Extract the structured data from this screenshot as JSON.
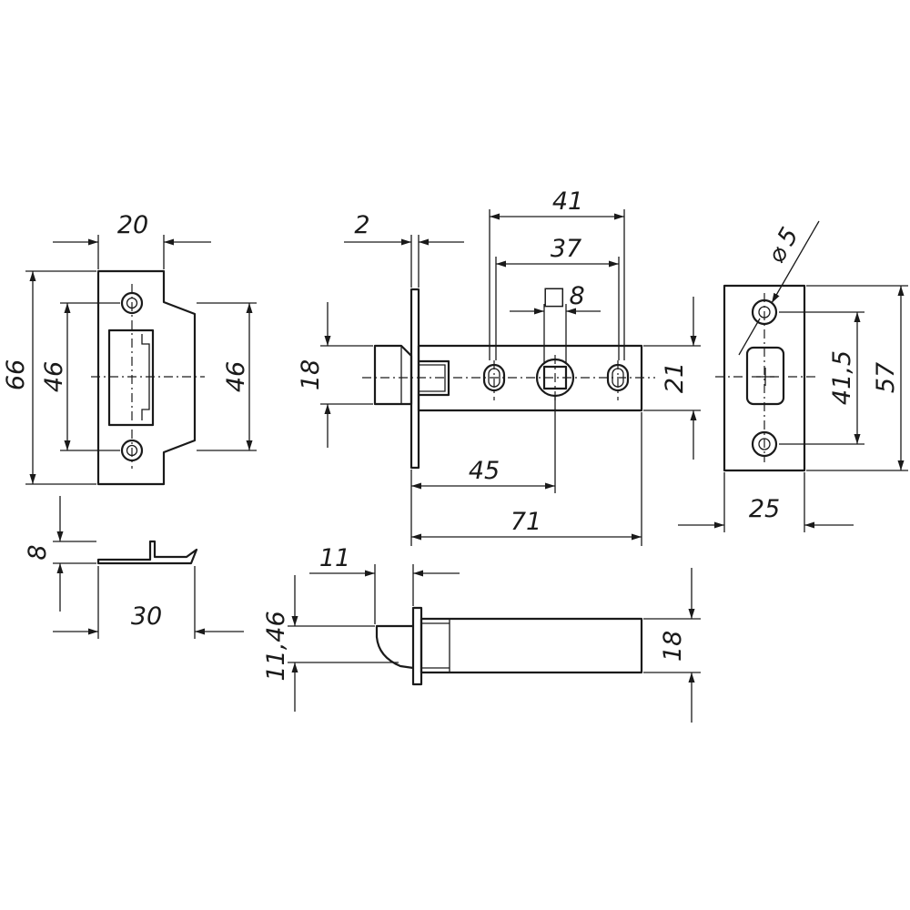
{
  "colors": {
    "line": "#1a1a1a",
    "background": "#ffffff"
  },
  "dimensions": {
    "strike_width": "20",
    "strike_height": "66",
    "strike_hole_spacing_left": "46",
    "strike_hole_spacing_right": "46",
    "strike_tab_height": "8",
    "strike_depth": "30",
    "faceplate_thickness": "2",
    "hole_span_outer": "41",
    "hole_span_inner": "37",
    "spindle_square": "8",
    "bolt_height": "18",
    "body_height": "21",
    "backset": "45",
    "body_length": "71",
    "latch_projection": "11",
    "latch_side_height": "11,46",
    "latch_body_height": "18",
    "hole_diameter": "5",
    "faceplate_hole_spacing": "41,5",
    "faceplate_height": "57",
    "faceplate_width": "25"
  },
  "symbols": {
    "diameter": "⌀",
    "square": "□"
  }
}
